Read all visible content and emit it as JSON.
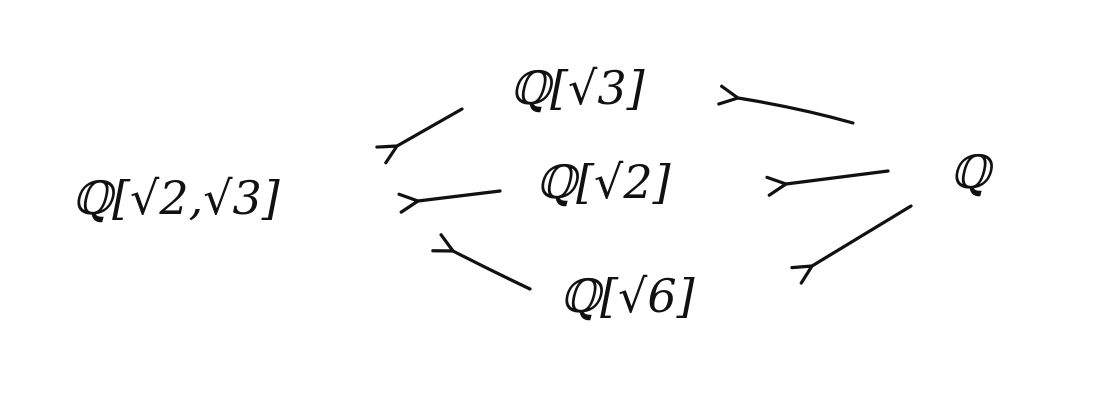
{
  "nodes": {
    "q": "ℚ",
    "q_sqrt3": "ℚ[√3]",
    "q_sqrt2": "ℚ[√2]",
    "q_sqrt6": "ℚ[√6]",
    "q_sqrt2_sqrt3": "ℚ[√2,√3]"
  },
  "edges": [
    {
      "from": "q",
      "to": "q_sqrt3"
    },
    {
      "from": "q",
      "to": "q_sqrt2"
    },
    {
      "from": "q",
      "to": "q_sqrt6"
    },
    {
      "from": "q_sqrt3",
      "to": "q_sqrt2_sqrt3"
    },
    {
      "from": "q_sqrt2",
      "to": "q_sqrt2_sqrt3"
    },
    {
      "from": "q_sqrt6",
      "to": "q_sqrt2_sqrt3"
    }
  ],
  "colors": {
    "ink": "#111111",
    "background": "#ffffff"
  }
}
